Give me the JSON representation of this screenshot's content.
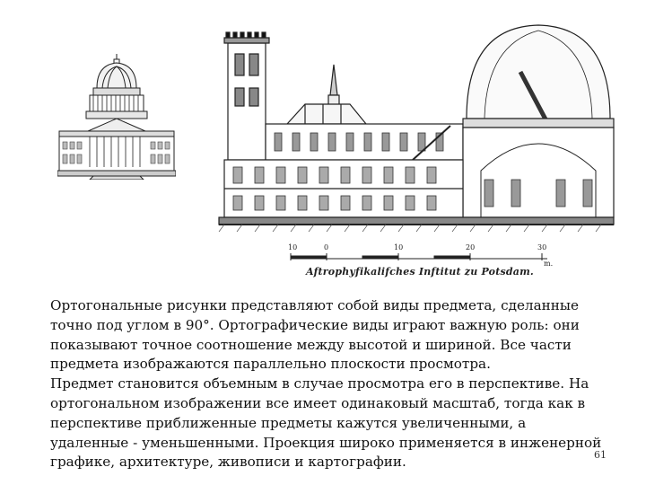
{
  "caption": "Aftrophyfikalifches Inftitut zu Potsdam.",
  "scale": {
    "ticks": [
      "10",
      "0",
      "10",
      "20",
      "30"
    ],
    "unit": "m."
  },
  "paragraphs": [
    "Ортогональные рисунки представляют собой виды предмета, сделанные точно под углом в 90°. Ортографические виды играют важную роль: они показывают точное соотношение между высотой и шириной. Все части предмета изображаются параллельно плоскости просмотра.",
    "Предмет становится объемным в случае просмотра его в перспективе. На ортогональном изображении все имеет одинаковый масштаб, тогда как в перспективе приближенные предметы кажутся увеличенными, а удаленные - уменьшенными. Проекция широко применяется в инженерной графике, архитектуре, живописи и картографии."
  ],
  "page_number": "61"
}
